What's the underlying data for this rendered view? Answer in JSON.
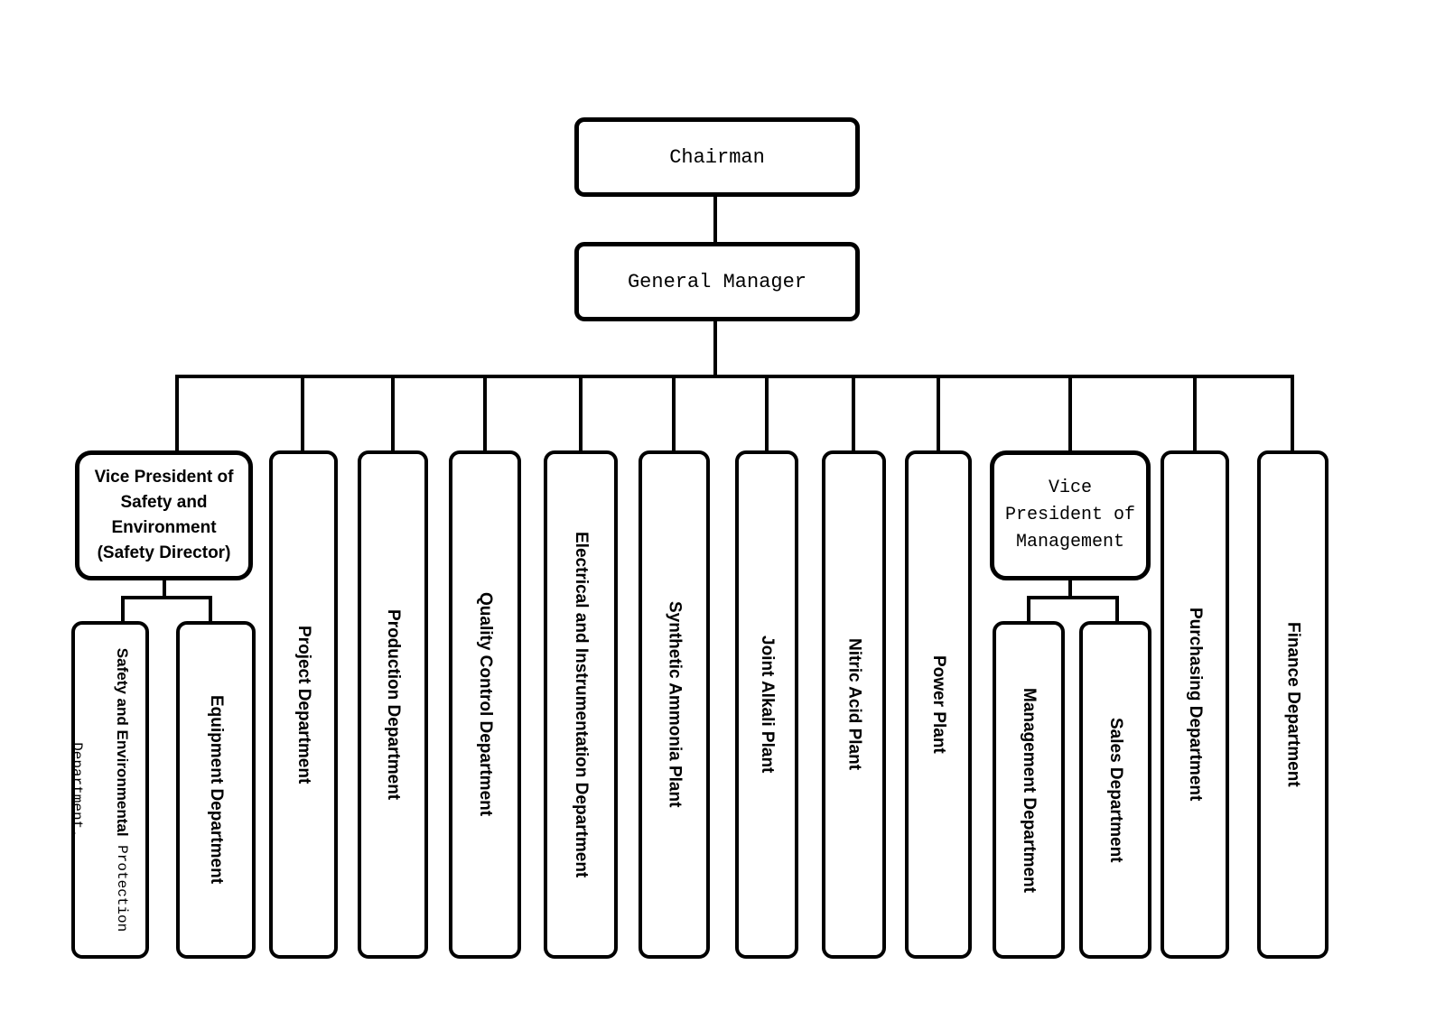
{
  "nodes": {
    "chairman": "Chairman",
    "general_manager": "General Manager",
    "vp_safety": "Vice President of Safety and Environment (Safety Director)",
    "senv_line1_bold": "Safety and Environmental",
    "senv_line1_tail": " Protection",
    "senv_line2": "Department.",
    "equipment": "Equipment Department",
    "project": "Project Department",
    "production": "Production Department",
    "quality": "Quality Control Department",
    "electrical": "Electrical and Instrumentation Department",
    "ammonia": "Synthetic Ammonia Plant",
    "alkali": "Joint Alkali Plant",
    "nitric": "Nitric Acid Plant",
    "power": "Power Plant",
    "vp_mgmt": "Vice President of Management",
    "management": "Management Department",
    "sales": "Sales Department",
    "purchasing": "Purchasing Department",
    "finance": "Finance Department"
  },
  "hierarchy": {
    "Chairman": [
      "General Manager"
    ],
    "General Manager": [
      "Vice President of Safety and Environment (Safety Director)",
      "Project Department",
      "Production Department",
      "Quality Control Department",
      "Electrical and Instrumentation Department",
      "Synthetic Ammonia Plant",
      "Joint Alkali Plant",
      "Nitric Acid Plant",
      "Power Plant",
      "Vice President of Management",
      "Purchasing Department",
      "Finance Department"
    ],
    "Vice President of Safety and Environment (Safety Director)": [
      "Safety and Environmental Protection Department",
      "Equipment Department"
    ],
    "Vice President of Management": [
      "Management Department",
      "Sales Department"
    ]
  },
  "colors": {
    "line": "#000000",
    "box_border": "#000000",
    "box_bg": "#ffffff",
    "text": "#000000",
    "page_bg": "#ffffff"
  }
}
